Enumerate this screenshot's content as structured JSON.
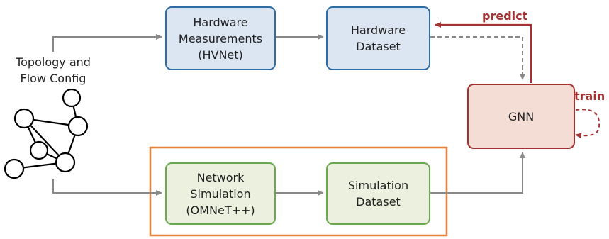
{
  "input": {
    "label": "Topology and\nFlow Config"
  },
  "nodes": {
    "hardware_measurements": "Hardware\nMeasurements\n(HVNet)",
    "hardware_dataset": "Hardware\nDataset",
    "network_simulation": "Network\nSimulation\n(OMNeT++)",
    "simulation_dataset": "Simulation\nDataset",
    "gnn": "GNN"
  },
  "edges": {
    "predict_label": "predict",
    "train_label": "train"
  },
  "colors": {
    "hardware_border": "#2e6da4",
    "hardware_fill": "#dce6f2",
    "simulation_border": "#6aa84f",
    "simulation_fill": "#ebf1de",
    "gnn_border": "#a33232",
    "gnn_fill": "#f4ddd5",
    "simulation_group_border": "#e8823a",
    "arrow": "#888888"
  }
}
